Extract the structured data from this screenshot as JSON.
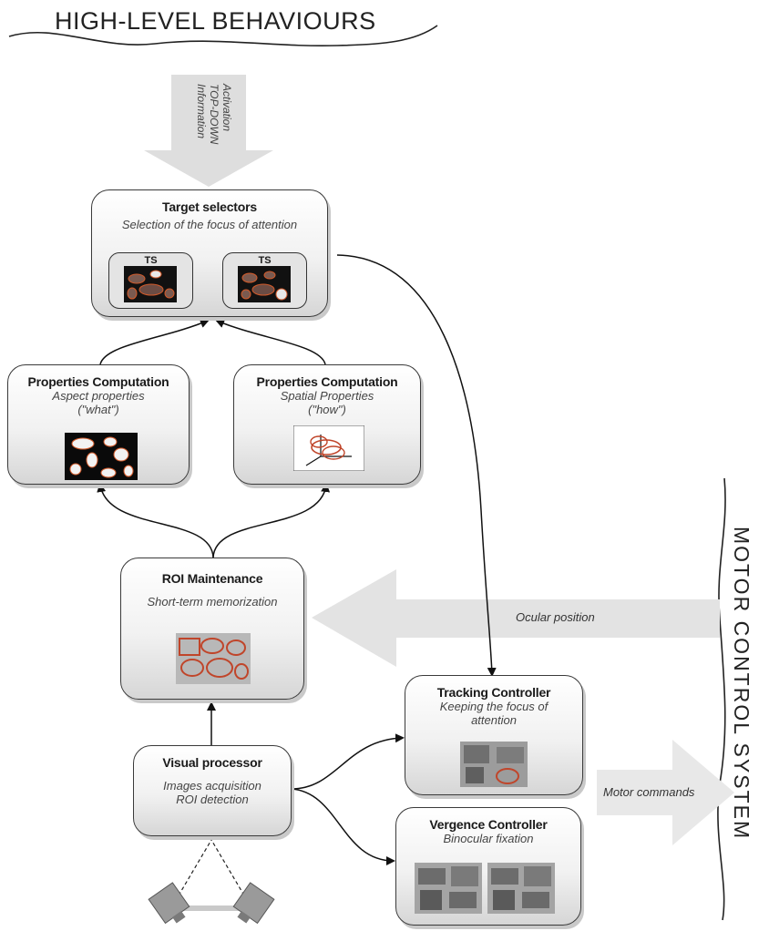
{
  "headings": {
    "top": "HIGH-LEVEL BEHAVIOURS",
    "right": "MOTOR CONTROL SYSTEM"
  },
  "activation": {
    "line1": "Activation",
    "line2": "TOP-DOWN",
    "line3": "Information"
  },
  "target_selectors": {
    "title": "Target selectors",
    "subtitle": "Selection of the focus of attention",
    "panel_left_label": "TS",
    "panel_right_label": "TS"
  },
  "props_aspect": {
    "title": "Properties Computation",
    "line1": "Aspect properties",
    "line2": "(\"what\")"
  },
  "props_spatial": {
    "title": "Properties Computation",
    "line1": "Spatial Properties",
    "line2": "(\"how\")"
  },
  "roi": {
    "title": "ROI Maintenance",
    "subtitle": "Short-term memorization"
  },
  "tracking": {
    "title": "Tracking Controller",
    "line1": "Keeping the focus of",
    "line2": "attention"
  },
  "visual": {
    "title": "Visual processor",
    "line1": "Images acquisition",
    "line2": "ROI detection"
  },
  "vergence": {
    "title": "Vergence Controller",
    "subtitle": "Binocular fixation"
  },
  "labels": {
    "ocular": "Ocular position",
    "motor_commands": "Motor commands"
  }
}
